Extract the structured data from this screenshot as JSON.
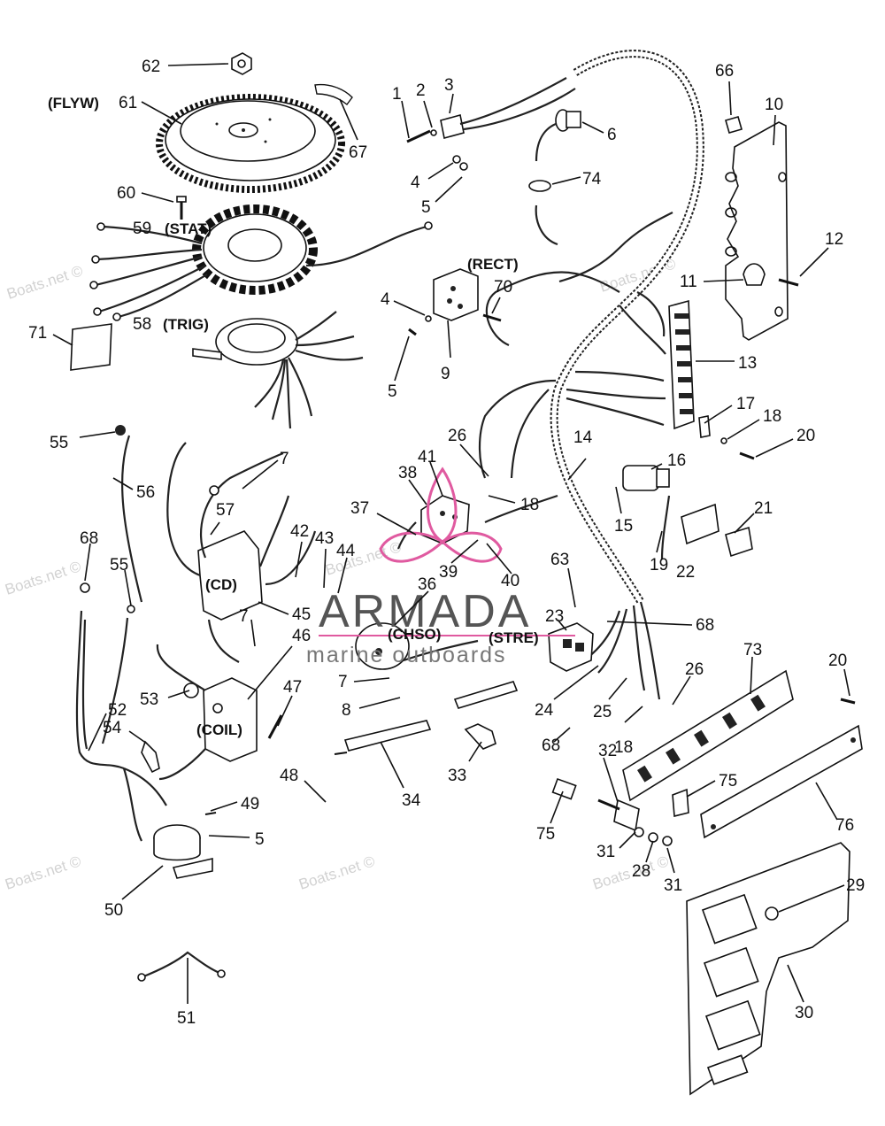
{
  "watermarks": {
    "site": "Boats.net ©",
    "brand": "ARMADA",
    "brand_sub": "marine outboards"
  },
  "component_labels": {
    "flyw": "(FLYW)",
    "stat": "(STAT)",
    "trig": "(TRIG)",
    "rect": "(RECT)",
    "cd": "(CD)",
    "coil": "(COIL)",
    "chso": "(CHSO)",
    "stre": "(STRE)"
  },
  "callouts": {
    "c62": "62",
    "c61": "61",
    "c67": "67",
    "c60": "60",
    "c59": "59",
    "c71": "71",
    "c58": "58",
    "c1": "1",
    "c2": "2",
    "c3": "3",
    "c4a": "4",
    "c5a": "5",
    "c6": "6",
    "c74": "74",
    "c66": "66",
    "c10": "10",
    "c12": "12",
    "c11": "11",
    "c70": "70",
    "c4b": "4",
    "c9": "9",
    "c5b": "5",
    "c13": "13",
    "c17": "17",
    "c18a": "18",
    "c20a": "20",
    "c55a": "55",
    "c56": "56",
    "c7a": "7",
    "c57": "57",
    "c26a": "26",
    "c41": "41",
    "c38": "38",
    "c18b": "18",
    "c14": "14",
    "c16": "16",
    "c37": "37",
    "c15": "15",
    "c21": "21",
    "c19": "19",
    "c22": "22",
    "c68a": "68",
    "c55b": "55",
    "c42": "42",
    "c43": "43",
    "c44": "44",
    "c39": "39",
    "c40": "40",
    "c63": "63",
    "c36": "36",
    "c45": "45",
    "c46": "46",
    "c7b": "7",
    "c23": "23",
    "c68b": "68",
    "c7c": "7",
    "c26b": "26",
    "c73": "73",
    "c20b": "20",
    "c52": "52",
    "c53": "53",
    "c47": "47",
    "c8": "8",
    "c24": "24",
    "c25": "25",
    "c18c": "18",
    "c54": "54",
    "c68c": "68",
    "c33": "33",
    "c32": "32",
    "c48": "48",
    "c34": "34",
    "c75a": "75",
    "c49": "49",
    "c5c": "5",
    "c75b": "75",
    "c76": "76",
    "c31a": "31",
    "c28": "28",
    "c31b": "31",
    "c29": "29",
    "c50": "50",
    "c30": "30",
    "c51": "51"
  }
}
